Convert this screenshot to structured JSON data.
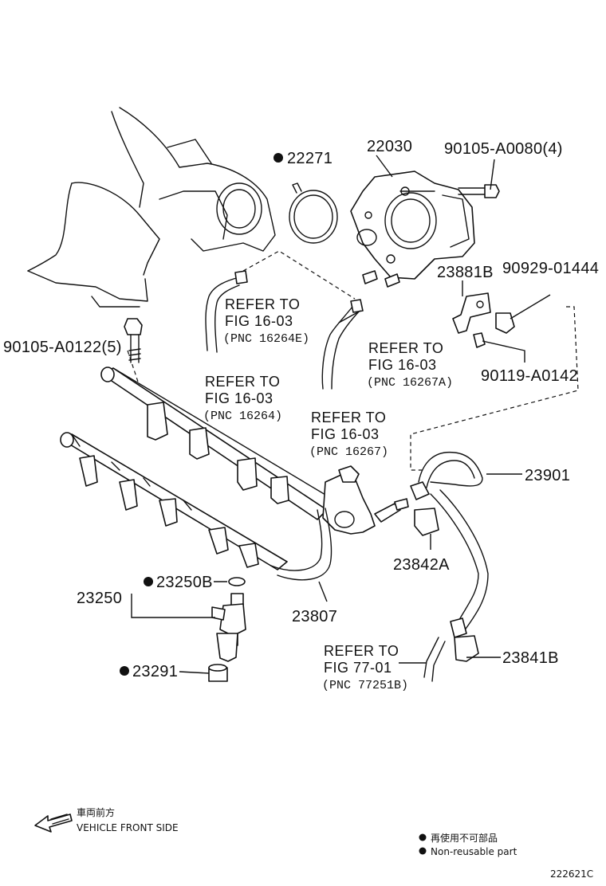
{
  "parts": {
    "p22271": "22271",
    "p22030": "22030",
    "p90105_a0080": "90105-A0080(4)",
    "p23881b": "23881B",
    "p90929": "90929-01444",
    "p90105_a0122": "90105-A0122(5)",
    "p90119": "90119-A0142",
    "p23901": "23901",
    "p23842a": "23842A",
    "p23250b": "23250B",
    "p23250": "23250",
    "p23807": "23807",
    "p23291": "23291",
    "p23841b": "23841B"
  },
  "refs": {
    "r1": {
      "l1": "REFER TO",
      "l2": "FIG 16-03",
      "l3": "(PNC 16264E)"
    },
    "r2": {
      "l1": "REFER TO",
      "l2": "FIG 16-03",
      "l3": "(PNC 16267A)"
    },
    "r3": {
      "l1": "REFER TO",
      "l2": "FIG 16-03",
      "l3": "(PNC 16264)"
    },
    "r4": {
      "l1": "REFER TO",
      "l2": "FIG 16-03",
      "l3": "(PNC 16267)"
    },
    "r5": {
      "l1": "REFER TO",
      "l2": "FIG 77-01",
      "l3": "(PNC 77251B)"
    }
  },
  "legend": {
    "front_jp": "車両前方",
    "front_en": "VEHICLE FRONT SIDE",
    "nonreuse_jp": "再使用不可部品",
    "nonreuse_en": "Non-reusable part"
  },
  "figure_id": "222621C"
}
